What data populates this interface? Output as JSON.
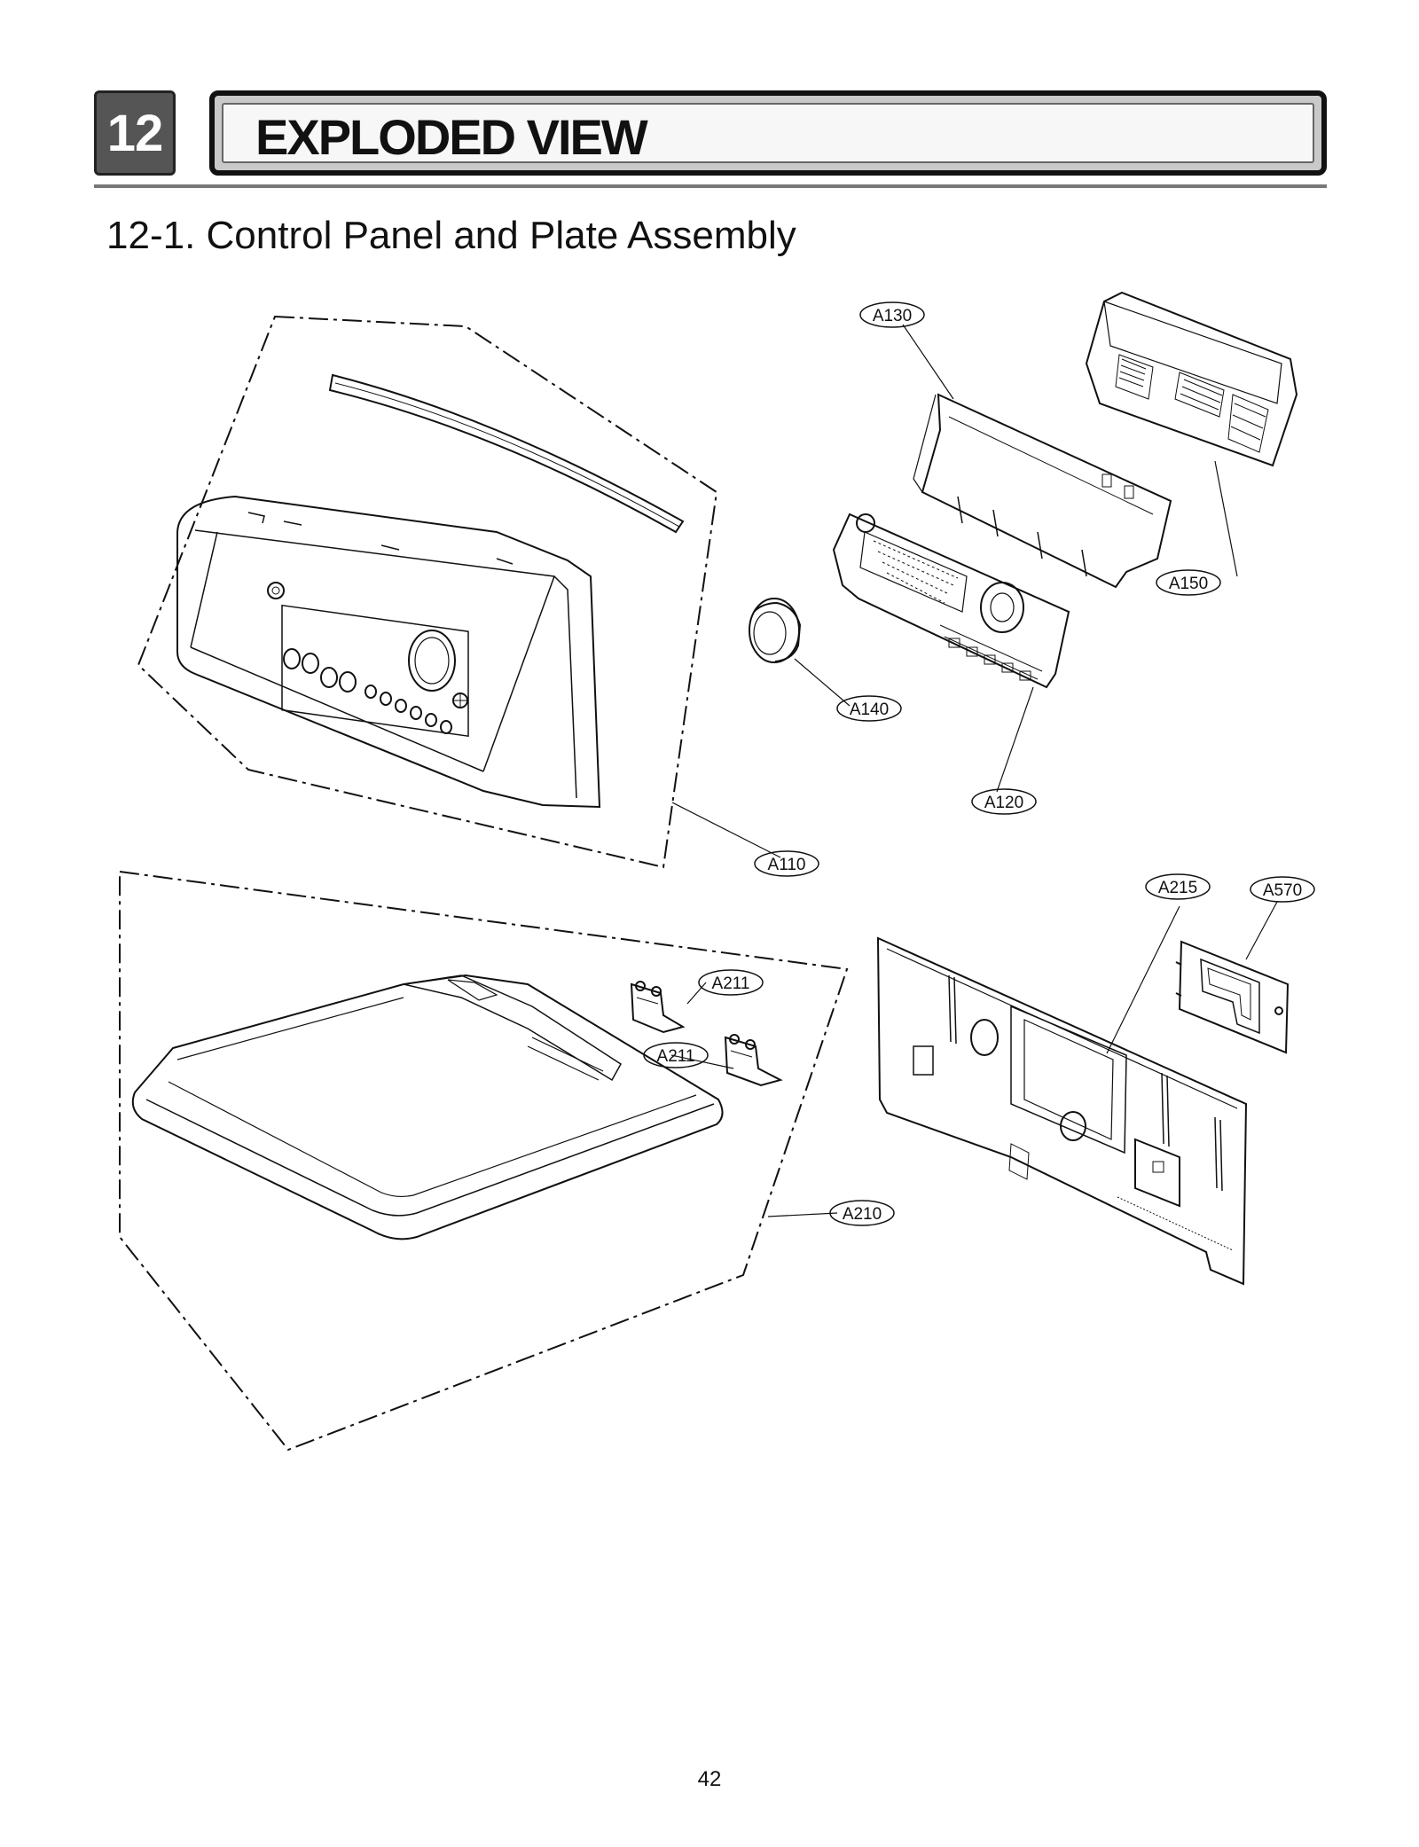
{
  "section": {
    "number": "12",
    "title": "EXPLODED VIEW"
  },
  "subsection": {
    "title": "12-1. Control Panel and Plate Assembly"
  },
  "callouts": [
    {
      "id": "a130",
      "label": "A130"
    },
    {
      "id": "a150",
      "label": "A150"
    },
    {
      "id": "a140",
      "label": "A140"
    },
    {
      "id": "a120",
      "label": "A120"
    },
    {
      "id": "a110",
      "label": "A110"
    },
    {
      "id": "a215",
      "label": "A215"
    },
    {
      "id": "a570",
      "label": "A570"
    },
    {
      "id": "a211-top",
      "label": "A211"
    },
    {
      "id": "a211-bottom",
      "label": "A211"
    },
    {
      "id": "a210",
      "label": "A210"
    }
  ],
  "page_number": "42"
}
